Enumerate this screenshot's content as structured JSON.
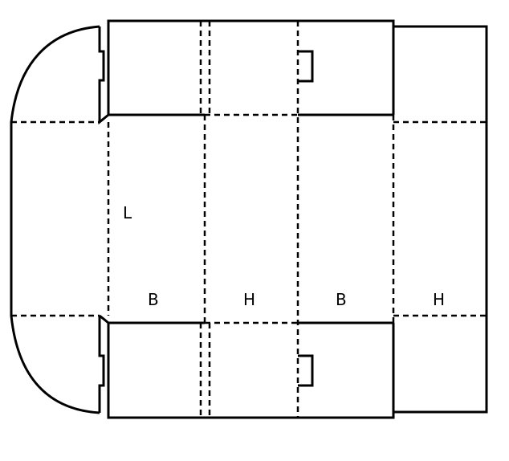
{
  "labels": {
    "length": "L",
    "breadth_1": "B",
    "height_1": "H",
    "breadth_2": "B",
    "height_2": "H"
  }
}
